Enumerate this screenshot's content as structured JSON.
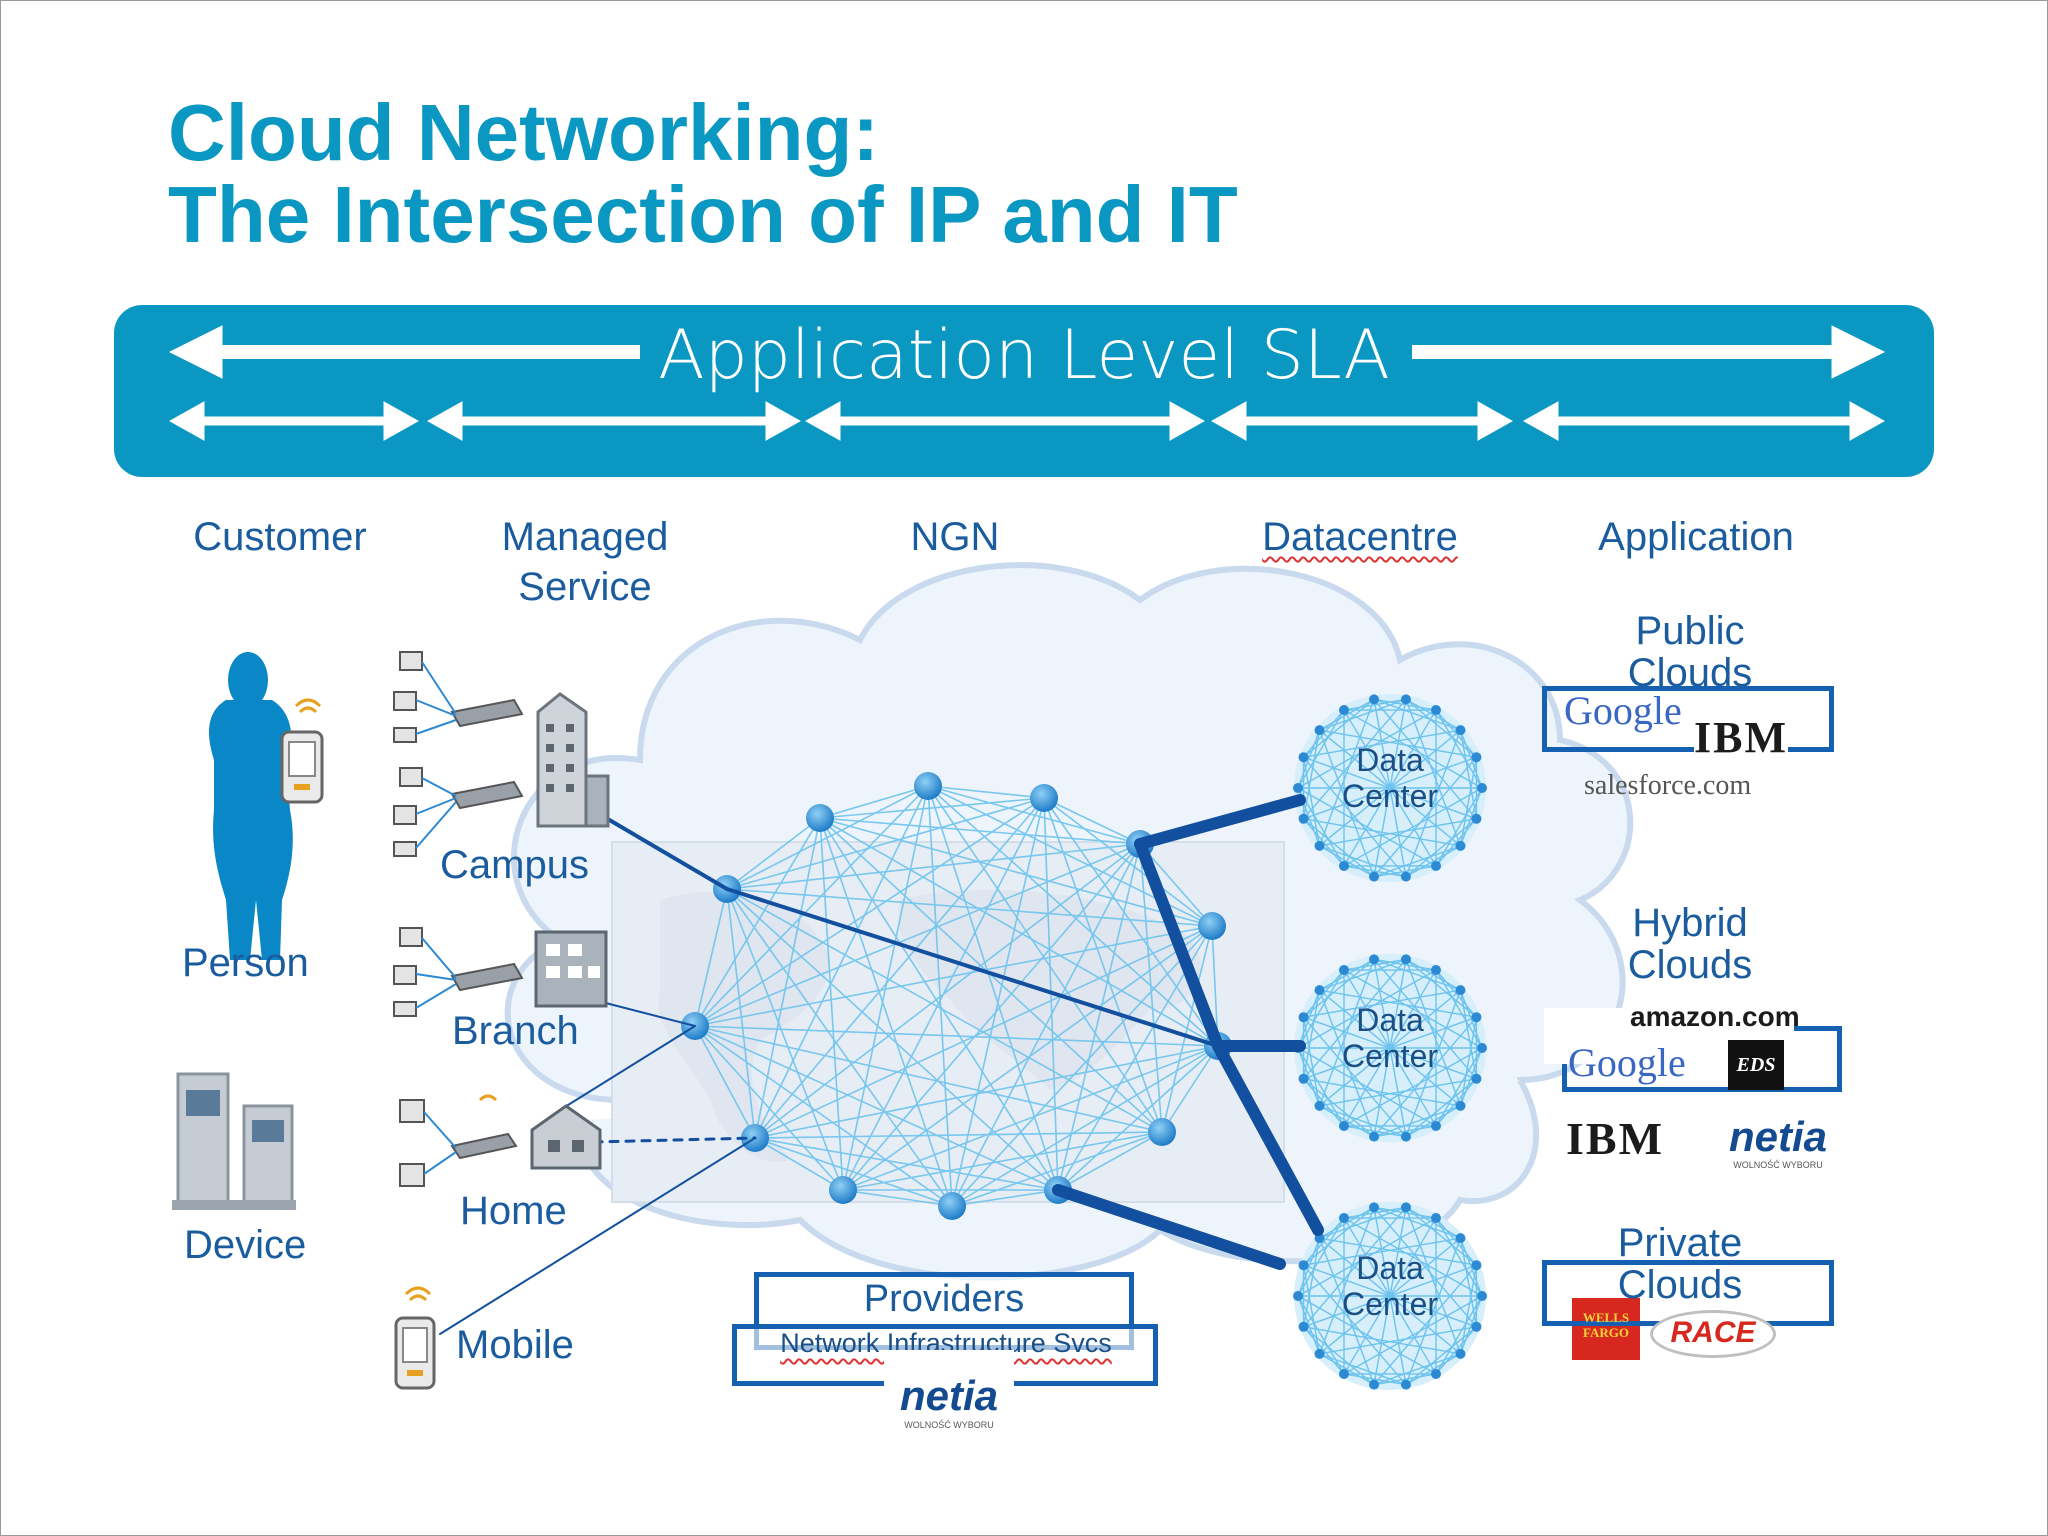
{
  "slide": {
    "title_line1": "Cloud Networking:",
    "title_line2": "The Intersection of IP and IT",
    "banner_text": "Application Level SLA"
  },
  "columns": {
    "customer": "Customer",
    "managed_line1": "Managed",
    "managed_line2": "Service",
    "ngn": "NGN",
    "datacentre": "Datacentre",
    "application": "Application"
  },
  "customer": {
    "person": "Person",
    "device": "Device"
  },
  "managed": {
    "campus": "Campus",
    "branch": "Branch",
    "home": "Home",
    "mobile": "Mobile"
  },
  "providers": {
    "title": "Providers",
    "subtitle": "Network Infrastructure Svcs"
  },
  "datacenters": {
    "line1": "Data",
    "line2": "Center"
  },
  "applications": {
    "public_line1": "Public",
    "public_line2": "Clouds",
    "hybrid_line1": "Hybrid",
    "hybrid_line2": "Clouds",
    "private_line1": "Private",
    "private_line2": "Clouds"
  },
  "logos": {
    "google": "Google",
    "ibm": "IBM",
    "salesforce": "salesforce.com",
    "amazon": "amazon.com",
    "eds": "EDS",
    "netia": "netia",
    "netia_tagline": "WOLNOŚĆ WYBORU",
    "wells_line1": "WELLS",
    "wells_line2": "FARGO",
    "race": "RACE"
  },
  "colors": {
    "accent": "#0a97c2",
    "text_blue": "#1a5c9e",
    "box_blue": "#1560b0",
    "link_dark": "#12509f",
    "mesh_light": "#6cc3ee",
    "node": "#2c8ad4"
  }
}
